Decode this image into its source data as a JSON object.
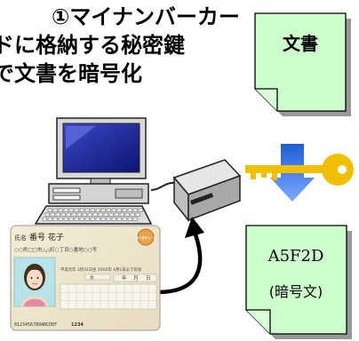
{
  "caption": {
    "line1": "①マイナンバーカー",
    "line2": "ドに格納する秘密鍵",
    "line3": "で文書を暗号化"
  },
  "plain_doc": {
    "label": "文書"
  },
  "cipher_doc": {
    "code": "A5F2D",
    "note": "(暗号文)"
  },
  "card": {
    "name_label": "氏名",
    "name": "番号 花子",
    "address_placeholder": "○○県□□市△△町○丁目○番地○○号",
    "type_label": "個人番号カード",
    "date_text": "平成元年 3月31日生  20XX年 4月1日まで有効",
    "sex": "女",
    "year_label": "年",
    "month_label": "月",
    "day_label": "日",
    "serial": "0123456789ABCDEF",
    "code": "1234"
  },
  "colors": {
    "doc_fill": "#ccffcc",
    "doc_shadow": "#999999",
    "arrow_top": "#1f5fd1",
    "arrow_bottom": "#7aa9ff",
    "key": "#f0c000",
    "card_fill": "#efe6cf",
    "photo_bg": "#b6e3e8"
  },
  "icons": [
    "computer-icon",
    "card-reader-icon",
    "key-icon",
    "down-arrow-icon",
    "face-photo-icon",
    "curved-arrow-icon"
  ]
}
